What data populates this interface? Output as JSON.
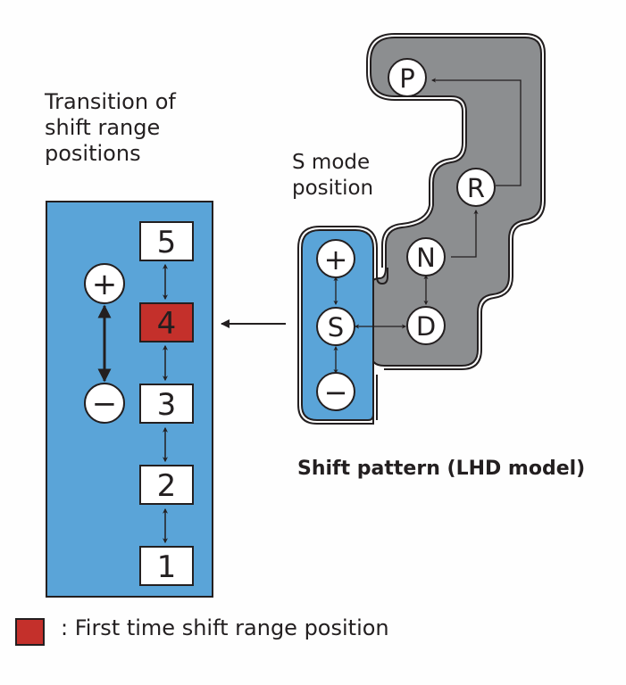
{
  "colors": {
    "blue_panel": "#5aa4d8",
    "grey_gate": "#8c8e90",
    "highlight_red": "#c4302b",
    "ink": "#231f20",
    "white": "#ffffff"
  },
  "left_panel": {
    "title_lines": [
      "Transition of",
      "shift range",
      "positions"
    ],
    "ranges": [
      "5",
      "4",
      "3",
      "2",
      "1"
    ],
    "highlighted_range": "4",
    "plus_label": "+",
    "minus_label": "−"
  },
  "right_panel": {
    "s_mode_label_lines": [
      "S mode",
      "position"
    ],
    "gate_positions": [
      "P",
      "R",
      "N",
      "D"
    ],
    "s_positions": [
      "+",
      "S",
      "−"
    ],
    "caption": "Shift pattern (LHD model)"
  },
  "legend": {
    "text": ": First time shift range position"
  }
}
